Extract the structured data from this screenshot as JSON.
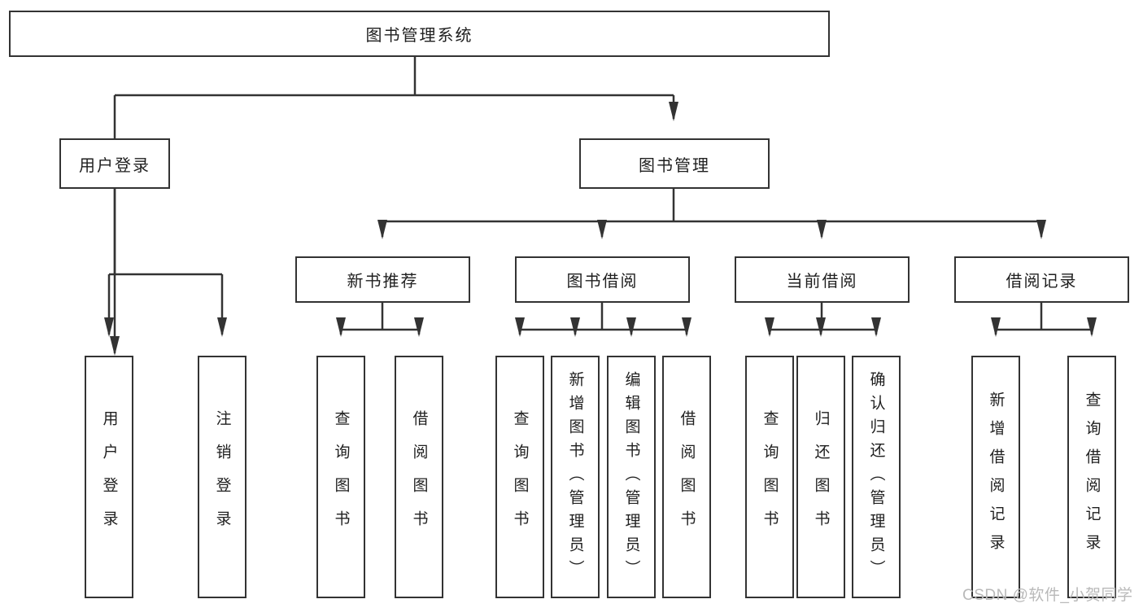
{
  "tree": {
    "root": "图书管理系统",
    "branches": [
      {
        "label": "用户登录",
        "leaves": [
          "用户登录",
          "注销登录"
        ]
      },
      {
        "label": "图书管理",
        "groups": [
          {
            "label": "新书推荐",
            "leaves": [
              "查询图书",
              "借阅图书"
            ]
          },
          {
            "label": "图书借阅",
            "leaves": [
              "查询图书",
              "新增图书（管理员）",
              "编辑图书（管理员）",
              "借阅图书"
            ]
          },
          {
            "label": "当前借阅",
            "leaves": [
              "查询图书",
              "归还图书",
              "确认归还（管理员）"
            ]
          },
          {
            "label": "借阅记录",
            "leaves": [
              "新增借阅记录",
              "查询借阅记录"
            ]
          }
        ]
      }
    ]
  },
  "watermark": "CSDN @软件_小贺同学",
  "colors": {
    "line": "#333333",
    "text": "#1f1f1f",
    "watermark": "#b9b9b9",
    "background": "#ffffff"
  }
}
